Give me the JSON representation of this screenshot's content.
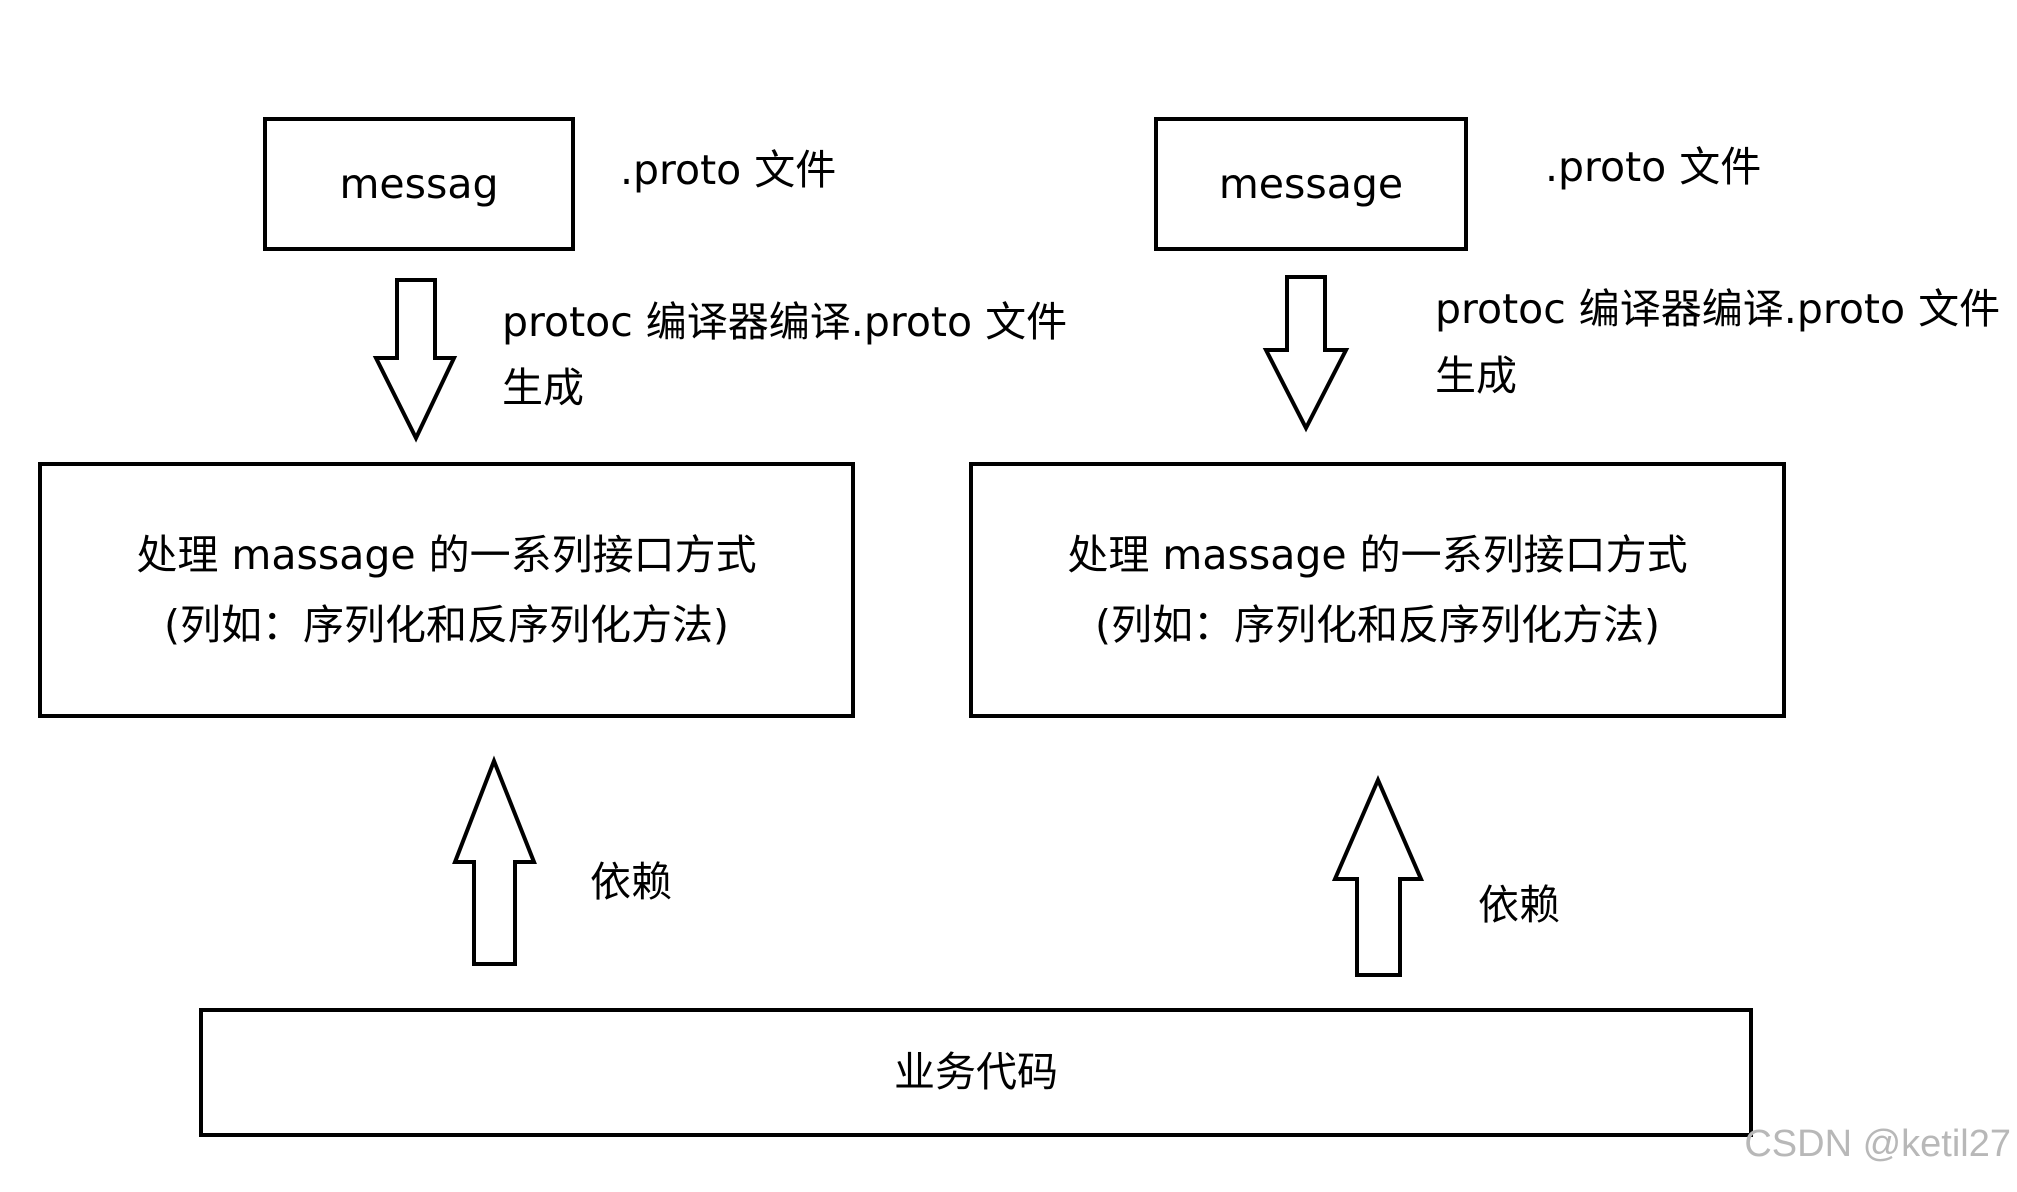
{
  "left": {
    "message_box": "messag",
    "proto_label": ".proto 文件",
    "compile_label_line1": "protoc 编译器编译.proto 文件",
    "compile_label_line2": "生成",
    "interface_line1": "处理 massage 的一系列接口方式",
    "interface_line2": "(列如：序列化和反序列化方法)",
    "depend_label": "依赖"
  },
  "right": {
    "message_box": "message",
    "proto_label": ".proto 文件",
    "compile_label_line1": "protoc 编译器编译.proto 文件",
    "compile_label_line2": "生成",
    "interface_line1": "处理 massage 的一系列接口方式",
    "interface_line2": "(列如：序列化和反序列化方法)",
    "depend_label": "依赖"
  },
  "business_box": "业务代码",
  "watermark": "CSDN @ketil27"
}
